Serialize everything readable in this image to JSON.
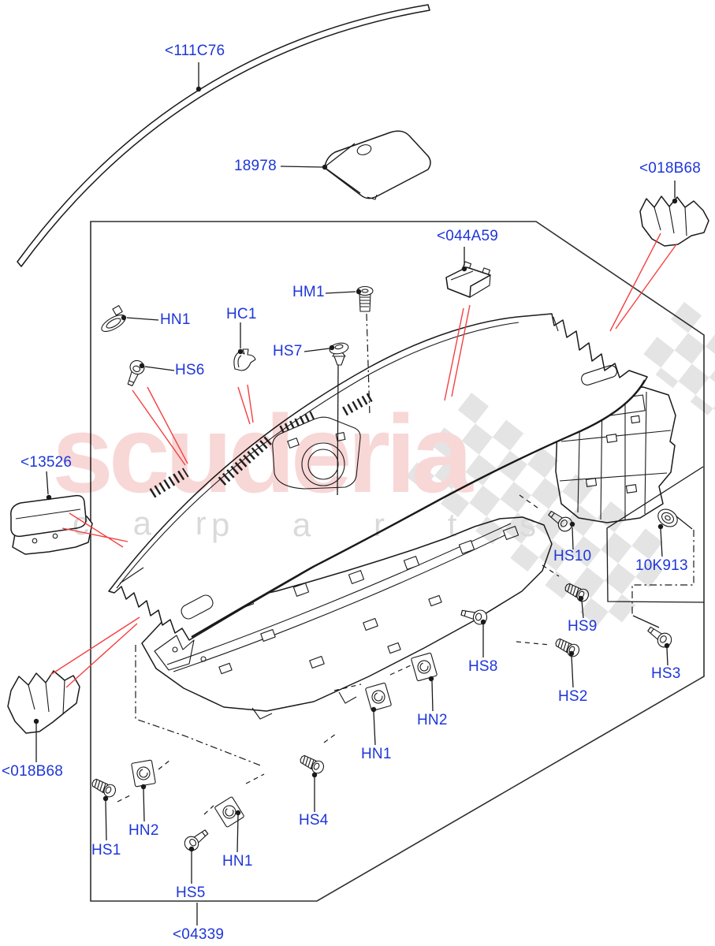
{
  "watermark": {
    "brand": "scuderia",
    "tagline_left": "c a r",
    "tagline_right": "p a r t s",
    "brand_color": "#f8d7d7",
    "tagline_color": "#dadada",
    "checker_color": "#e4e4e4"
  },
  "colors": {
    "label": "#1e36d9",
    "red_leader": "#f54040",
    "line": "#1a1a1a",
    "border": "#2e2e2e"
  },
  "labels": [
    {
      "ref": "111C76",
      "text": "<111C76"
    },
    {
      "ref": "18978",
      "text": "18978"
    },
    {
      "ref": "018B68-top",
      "text": "<018B68"
    },
    {
      "ref": "044A59",
      "text": "<044A59"
    },
    {
      "ref": "HM1",
      "text": "HM1"
    },
    {
      "ref": "HN1-top",
      "text": "HN1"
    },
    {
      "ref": "HC1",
      "text": "HC1"
    },
    {
      "ref": "HS6",
      "text": "HS6"
    },
    {
      "ref": "HS7",
      "text": "HS7"
    },
    {
      "ref": "13526",
      "text": "<13526"
    },
    {
      "ref": "HS10",
      "text": "HS10"
    },
    {
      "ref": "10K913",
      "text": "10K913"
    },
    {
      "ref": "HS9",
      "text": "HS9"
    },
    {
      "ref": "HS8",
      "text": "HS8"
    },
    {
      "ref": "HS2",
      "text": "HS2"
    },
    {
      "ref": "HS3",
      "text": "HS3"
    },
    {
      "ref": "HN2-mid",
      "text": "HN2"
    },
    {
      "ref": "HN1-mid",
      "text": "HN1"
    },
    {
      "ref": "018B68-bottom",
      "text": "<018B68"
    },
    {
      "ref": "HS1",
      "text": "HS1"
    },
    {
      "ref": "HN2-bottom",
      "text": "HN2"
    },
    {
      "ref": "HN1-bottom",
      "text": "HN1"
    },
    {
      "ref": "HS4",
      "text": "HS4"
    },
    {
      "ref": "HS5",
      "text": "HS5"
    },
    {
      "ref": "04339",
      "text": "<04339"
    }
  ]
}
